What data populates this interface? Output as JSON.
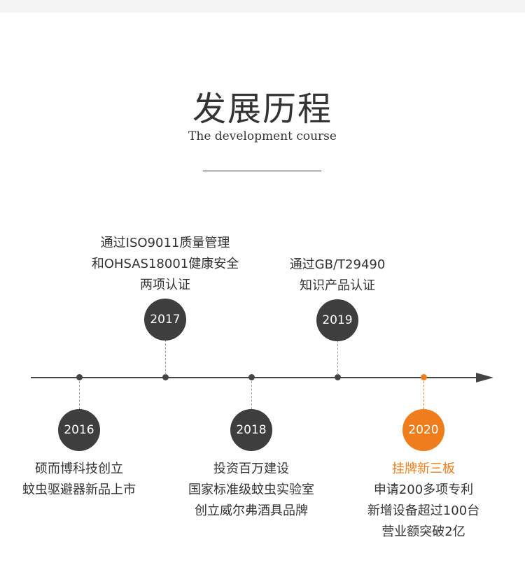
{
  "header": {
    "title": "发展历程",
    "subtitle": "The development course"
  },
  "colors": {
    "dark": "#3e3e3e",
    "accent": "#f07d1b"
  },
  "milestones": [
    {
      "year": "2016",
      "lines": [
        "硕而博科技创立",
        "蚊虫驱避器新品上市"
      ]
    },
    {
      "year": "2017",
      "lines": [
        "通过ISO9011质量管理",
        "和OHSAS18001健康安全",
        "两项认证"
      ]
    },
    {
      "year": "2018",
      "lines": [
        "投资百万建设",
        "国家标准级蚊虫实验室",
        "创立威尔弗酒具品牌"
      ]
    },
    {
      "year": "2019",
      "lines": [
        "通过GB/T29490",
        "知识产品认证"
      ]
    },
    {
      "year": "2020",
      "highlight": "挂牌新三板",
      "lines": [
        "申请200多项专利",
        "新增设备超过100台",
        "营业额突破2亿"
      ]
    }
  ]
}
